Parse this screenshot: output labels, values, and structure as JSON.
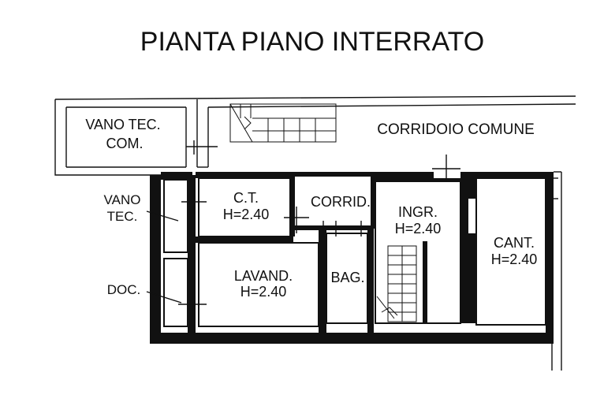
{
  "title": "PIANTA PIANO INTERRATO",
  "rooms": {
    "vano_tec_com_line1": "VANO TEC.",
    "vano_tec_com_line2": "COM.",
    "corridoio_comune": "CORRIDOIO COMUNE",
    "vano_tec_line1": "VANO",
    "vano_tec_line2": "TEC.",
    "ct_name": "C.T.",
    "ct_height": "H=2.40",
    "corrid": "CORRID.",
    "ingr_name": "INGR.",
    "ingr_height": "H=2.40",
    "cant_name": "CANT.",
    "cant_height": "H=2.40",
    "doc": "DOC.",
    "lavand_name": "LAVAND.",
    "lavand_height": "H=2.40",
    "bag": "BAG."
  }
}
